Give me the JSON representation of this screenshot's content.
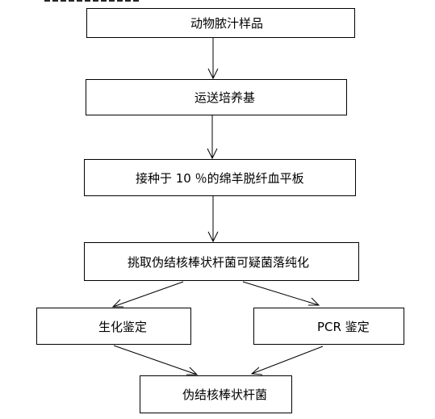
{
  "flowchart": {
    "nodes": [
      {
        "id": "b1",
        "label": "动物脓汁样品"
      },
      {
        "id": "b2",
        "label": "运送培养基"
      },
      {
        "id": "b3",
        "label": "接种于 10 ％的绵羊脱纤血平板"
      },
      {
        "id": "b4",
        "label": "挑取伪结核棒状杆菌可疑菌落纯化"
      },
      {
        "id": "b5",
        "label": "生化鉴定"
      },
      {
        "id": "b6",
        "label": "PCR 鉴定"
      },
      {
        "id": "b7",
        "label": "伪结核棒状杆菌"
      }
    ],
    "edges": [
      {
        "from": "b1",
        "to": "b2"
      },
      {
        "from": "b2",
        "to": "b3"
      },
      {
        "from": "b3",
        "to": "b4"
      },
      {
        "from": "b4",
        "to": "b5"
      },
      {
        "from": "b4",
        "to": "b6"
      },
      {
        "from": "b5",
        "to": "b7"
      },
      {
        "from": "b6",
        "to": "b7"
      }
    ],
    "colors": {
      "stroke": "#000000",
      "fill": "#ffffff",
      "text": "#000000"
    }
  }
}
